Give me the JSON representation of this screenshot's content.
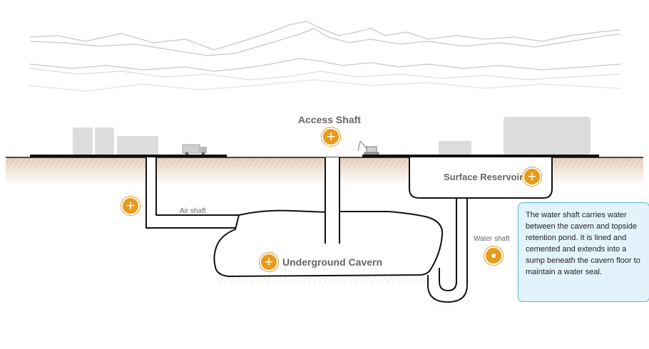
{
  "labels": {
    "access_shaft": "Access Shaft",
    "surface_reservoir": "Surface Reservoir",
    "underground_cavern": "Underground Cavern",
    "air_shaft": "Air shaft",
    "water_shaft": "Water shaft"
  },
  "tooltip": {
    "text": "The water shaft carries water between the cavern and topside retention pond. It is lined and cemented and extends into a sump beneath the cavern floor to maintain a water seal."
  },
  "hotspots": [
    {
      "id": "access-shaft",
      "glyph": "+"
    },
    {
      "id": "surface-reservoir",
      "glyph": "+"
    },
    {
      "id": "air-shaft",
      "glyph": "+"
    },
    {
      "id": "underground-cavern",
      "glyph": "+"
    },
    {
      "id": "water-shaft",
      "glyph": "",
      "active": true
    }
  ],
  "colors": {
    "hotspot": "#e79a1c",
    "tooltip_bg": "#e3f3fb",
    "tooltip_border": "#5fb2d6",
    "soil": "#e8d4c3",
    "structure": "#dcdcdc",
    "outline": "#222222"
  }
}
